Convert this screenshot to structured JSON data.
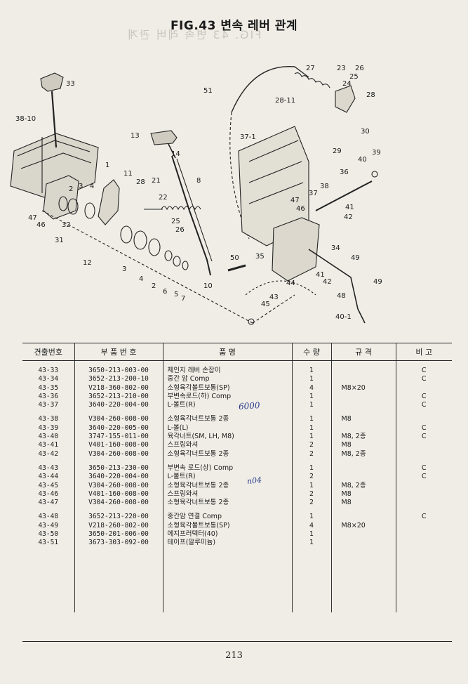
{
  "page": {
    "title": "FIG.43 변속 레버 관계",
    "page_number": "213"
  },
  "diagram": {
    "callouts": [
      "33",
      "38-10",
      "13",
      "14",
      "51",
      "27",
      "23",
      "26",
      "25",
      "24",
      "28",
      "28-11",
      "30",
      "37-1",
      "29",
      "1",
      "11",
      "28",
      "21",
      "8",
      "3",
      "4",
      "2",
      "22",
      "25",
      "26",
      "47",
      "46",
      "32",
      "31",
      "12",
      "3",
      "4",
      "2",
      "6",
      "5",
      "7",
      "10",
      "50",
      "35",
      "37",
      "47",
      "46",
      "38",
      "36",
      "40",
      "39",
      "41",
      "42",
      "34",
      "49",
      "41",
      "42",
      "44",
      "43",
      "45",
      "48",
      "49",
      "40-1"
    ]
  },
  "table": {
    "headers": [
      "견출번호",
      "부 품 번 호",
      "품 명",
      "수 량",
      "규 격",
      "비 고"
    ],
    "groups": [
      [
        {
          "no": "43-33",
          "part": "3650-213-003-00",
          "name": "체인지 레버 손잡이",
          "qty": "1",
          "spec": "",
          "remark": "C"
        },
        {
          "no": "43-34",
          "part": "3652-213-200-10",
          "name": "중간 암 Comp",
          "qty": "1",
          "spec": "",
          "remark": "C"
        },
        {
          "no": "43-35",
          "part": "V218-360-802-00",
          "name": "소형육각볼트보통(SP)",
          "qty": "4",
          "spec": "M8×20",
          "remark": ""
        },
        {
          "no": "43-36",
          "part": "3652-213-210-00",
          "name": "부변속로드(하) Comp",
          "qty": "1",
          "spec": "",
          "remark": "C"
        },
        {
          "no": "43-37",
          "part": "3640-220-004-00",
          "name": "L-볼트(R)",
          "qty": "1",
          "spec": "",
          "remark": "C"
        }
      ],
      [
        {
          "no": "43-38",
          "part": "V304-260-008-00",
          "name": "소형육각너트보통 2종",
          "qty": "1",
          "spec": "M8",
          "remark": ""
        },
        {
          "no": "43-39",
          "part": "3640-220-005-00",
          "name": "L-볼(L)",
          "qty": "1",
          "spec": "",
          "remark": "C"
        },
        {
          "no": "43-40",
          "part": "3747-155-011-00",
          "name": "육각너트(SM, LH, M8)",
          "qty": "1",
          "spec": "M8, 2종",
          "remark": "C"
        },
        {
          "no": "43-41",
          "part": "V401-160-008-00",
          "name": "스프링와셔",
          "qty": "2",
          "spec": "M8",
          "remark": ""
        },
        {
          "no": "43-42",
          "part": "V304-260-008-00",
          "name": "소형육각너트보통 2종",
          "qty": "2",
          "spec": "M8, 2종",
          "remark": ""
        }
      ],
      [
        {
          "no": "43-43",
          "part": "3650-213-230-00",
          "name": "부변속 로드(상) Comp",
          "qty": "1",
          "spec": "",
          "remark": "C"
        },
        {
          "no": "43-44",
          "part": "3640-220-004-00",
          "name": "L-볼트(R)",
          "qty": "2",
          "spec": "",
          "remark": "C"
        },
        {
          "no": "43-45",
          "part": "V304-260-008-00",
          "name": "소형육각너트보통 2종",
          "qty": "1",
          "spec": "M8, 2종",
          "remark": ""
        },
        {
          "no": "43-46",
          "part": "V401-160-008-00",
          "name": "스프링와셔",
          "qty": "2",
          "spec": "M8",
          "remark": ""
        },
        {
          "no": "43-47",
          "part": "V304-260-008-00",
          "name": "소형육각너트보통 2종",
          "qty": "2",
          "spec": "M8",
          "remark": ""
        }
      ],
      [
        {
          "no": "43-48",
          "part": "3652-213-220-00",
          "name": "중간암 연결 Comp",
          "qty": "1",
          "spec": "",
          "remark": "C"
        },
        {
          "no": "43-49",
          "part": "V218-260-802-00",
          "name": "소형육각볼트보통(SP)",
          "qty": "4",
          "spec": "M8×20",
          "remark": ""
        },
        {
          "no": "43-50",
          "part": "3650-201-006-00",
          "name": "에지프러텍터(40)",
          "qty": "1",
          "spec": "",
          "remark": ""
        },
        {
          "no": "43-51",
          "part": "3673-303-092-00",
          "name": "테이프(알루미늄)",
          "qty": "1",
          "spec": "",
          "remark": ""
        }
      ]
    ]
  },
  "handwriting": {
    "note1": "6000",
    "note2": "n04"
  },
  "colors": {
    "paper": "#efede6",
    "ink": "#1a1a1a",
    "pen": "#2b3a8a"
  }
}
